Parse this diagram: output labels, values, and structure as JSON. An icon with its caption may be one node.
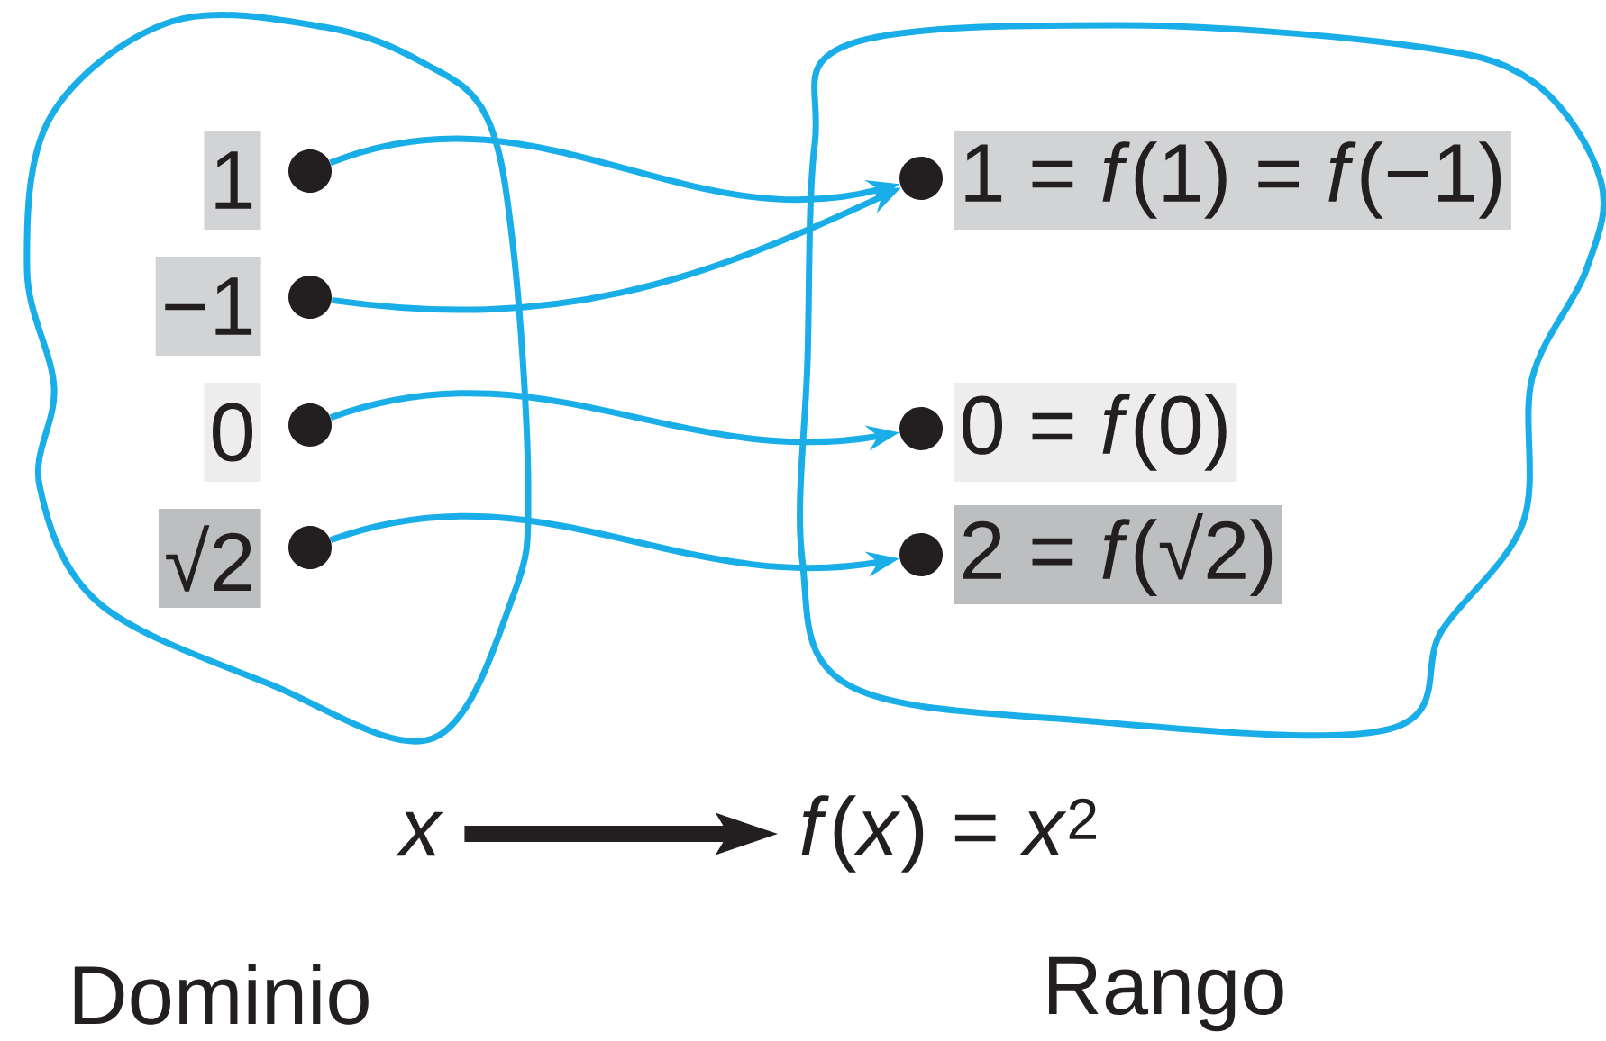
{
  "diagram": {
    "nodes": [
      {
        "text": [],
        "shape": "cloud"
      },
      {
        "text": [
          "1"
        ],
        "in": 0
      },
      {
        "text": [
          "−1"
        ],
        "in": 0
      },
      {
        "text": [
          "0"
        ],
        "in": 0
      },
      {
        "text": [
          "√2"
        ],
        "in": 0
      },
      {
        "text": [],
        "shape": "circle",
        "in": 0
      },
      {
        "text": [],
        "shape": "circle",
        "in": 0
      },
      {
        "text": [],
        "shape": "circle",
        "in": 0
      },
      {
        "text": [],
        "shape": "circle",
        "in": 0
      },
      {
        "text": [],
        "shape": "cloud"
      },
      {
        "text": [],
        "shape": "circle",
        "in": 9
      },
      {
        "text": [],
        "shape": "circle",
        "in": 9
      },
      {
        "text": [],
        "shape": "circle",
        "in": 9
      },
      {
        "text": [
          "1 = *f*(1) = *f*(−1)"
        ],
        "in": 9
      },
      {
        "text": [
          "0 = *f*(0)"
        ],
        "in": 9
      },
      {
        "text": [
          "2 = *f*(√2)"
        ],
        "in": 9
      },
      {
        "text": [
          "x"
        ]
      },
      {
        "text": [
          "*f*(*x*) = *x*$^{2}$"
        ]
      }
    ],
    "edges": [
      {
        "from": 5,
        "to": 10,
        "arrow": "to"
      },
      {
        "from": 6,
        "to": 10,
        "arrow": "to"
      },
      {
        "from": 7,
        "to": 11,
        "arrow": "to"
      },
      {
        "from": 8,
        "to": 12,
        "arrow": "to"
      },
      {
        "from": 16,
        "to": 17,
        "arrow": "to",
        "style": "thick",
        "color": "#231f20"
      }
    ],
    "labels": [
      "Dominio",
      "Rango"
    ]
  }
}
